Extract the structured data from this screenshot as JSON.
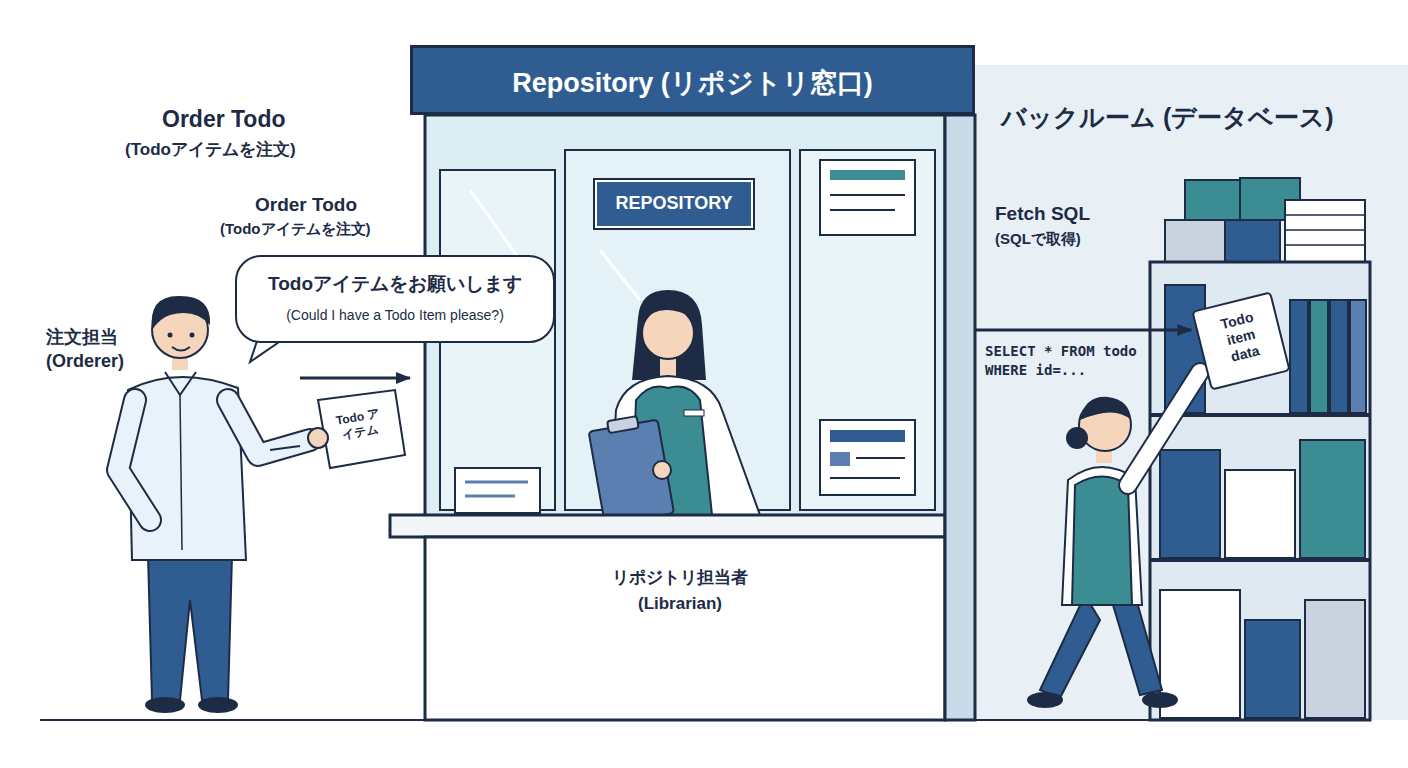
{
  "diagram": {
    "nodes": [
      {
        "text": [
          "注文担当 (Orderer)"
        ]
      },
      {
        "text": [
          "Todoアイテムをお願いします",
          "(Could I have a Todo Item please?)"
        ]
      },
      {
        "text": [
          "Repository (リポジトリ窓口)",
          "リポジトリ担当者 (Librarian)"
        ]
      },
      {
        "text": [
          "REPOSITORY"
        ],
        "in": 2
      },
      {
        "text": [
          "バックルーム (データベース)"
        ]
      },
      {
        "text": [
          "Todo item data"
        ],
        "in": 4
      }
    ],
    "edges": [
      {
        "from": 0,
        "to": 2,
        "arrow": "to"
      },
      {
        "from": 2,
        "to": 5,
        "label": "SELECT * FROM todo WHERE id=...",
        "arrow": "to"
      }
    ],
    "labels": [
      "Order Todo",
      "(Todoアイテムを注文)",
      "Order Todo",
      "(Todoアイテムを注文)",
      "Fetch SQL",
      "(SQLで取得)",
      "Todo アイテム"
    ]
  }
}
